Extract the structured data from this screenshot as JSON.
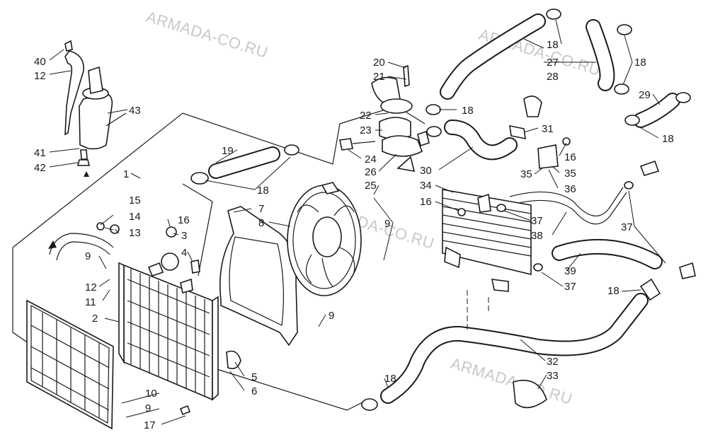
{
  "watermarks": [
    {
      "text": "ARMADA-CO.RU"
    },
    {
      "text": "ARMADA-CO.RU"
    },
    {
      "text": "ARMADA-CO.RU"
    },
    {
      "text": "ARMADA-CO.RU"
    }
  ],
  "callouts": {
    "c40": "40",
    "c12a": "12",
    "c43": "43",
    "c41": "41",
    "c42": "42",
    "c1": "1",
    "c15": "15",
    "c14": "14",
    "c13": "13",
    "c16a": "16",
    "c3": "3",
    "c4": "4",
    "c9a": "9",
    "c12b": "12",
    "c11": "11",
    "c2": "2",
    "c19": "19",
    "c18a": "18",
    "c7": "7",
    "c8": "8",
    "c9b": "9",
    "c9c": "9",
    "c5": "5",
    "c6": "6",
    "c10": "10",
    "c9d": "9",
    "c17": "17",
    "c20": "20",
    "c21": "21",
    "c22": "22",
    "c23": "23",
    "c24": "24",
    "c26": "26",
    "c25": "25",
    "c18b": "18",
    "c27": "27",
    "c28": "28",
    "c18c": "18",
    "c18d": "18",
    "c29": "29",
    "c18e": "18",
    "c31": "31",
    "c30": "30",
    "c16b": "16",
    "c35a": "35",
    "c35b": "35",
    "c36": "36",
    "c34": "34",
    "c16c": "16",
    "c37a": "37",
    "c38": "38",
    "c37b": "37",
    "c39": "39",
    "c37c": "37",
    "c18f": "18",
    "c32": "32",
    "c33": "33",
    "c18g": "18"
  }
}
